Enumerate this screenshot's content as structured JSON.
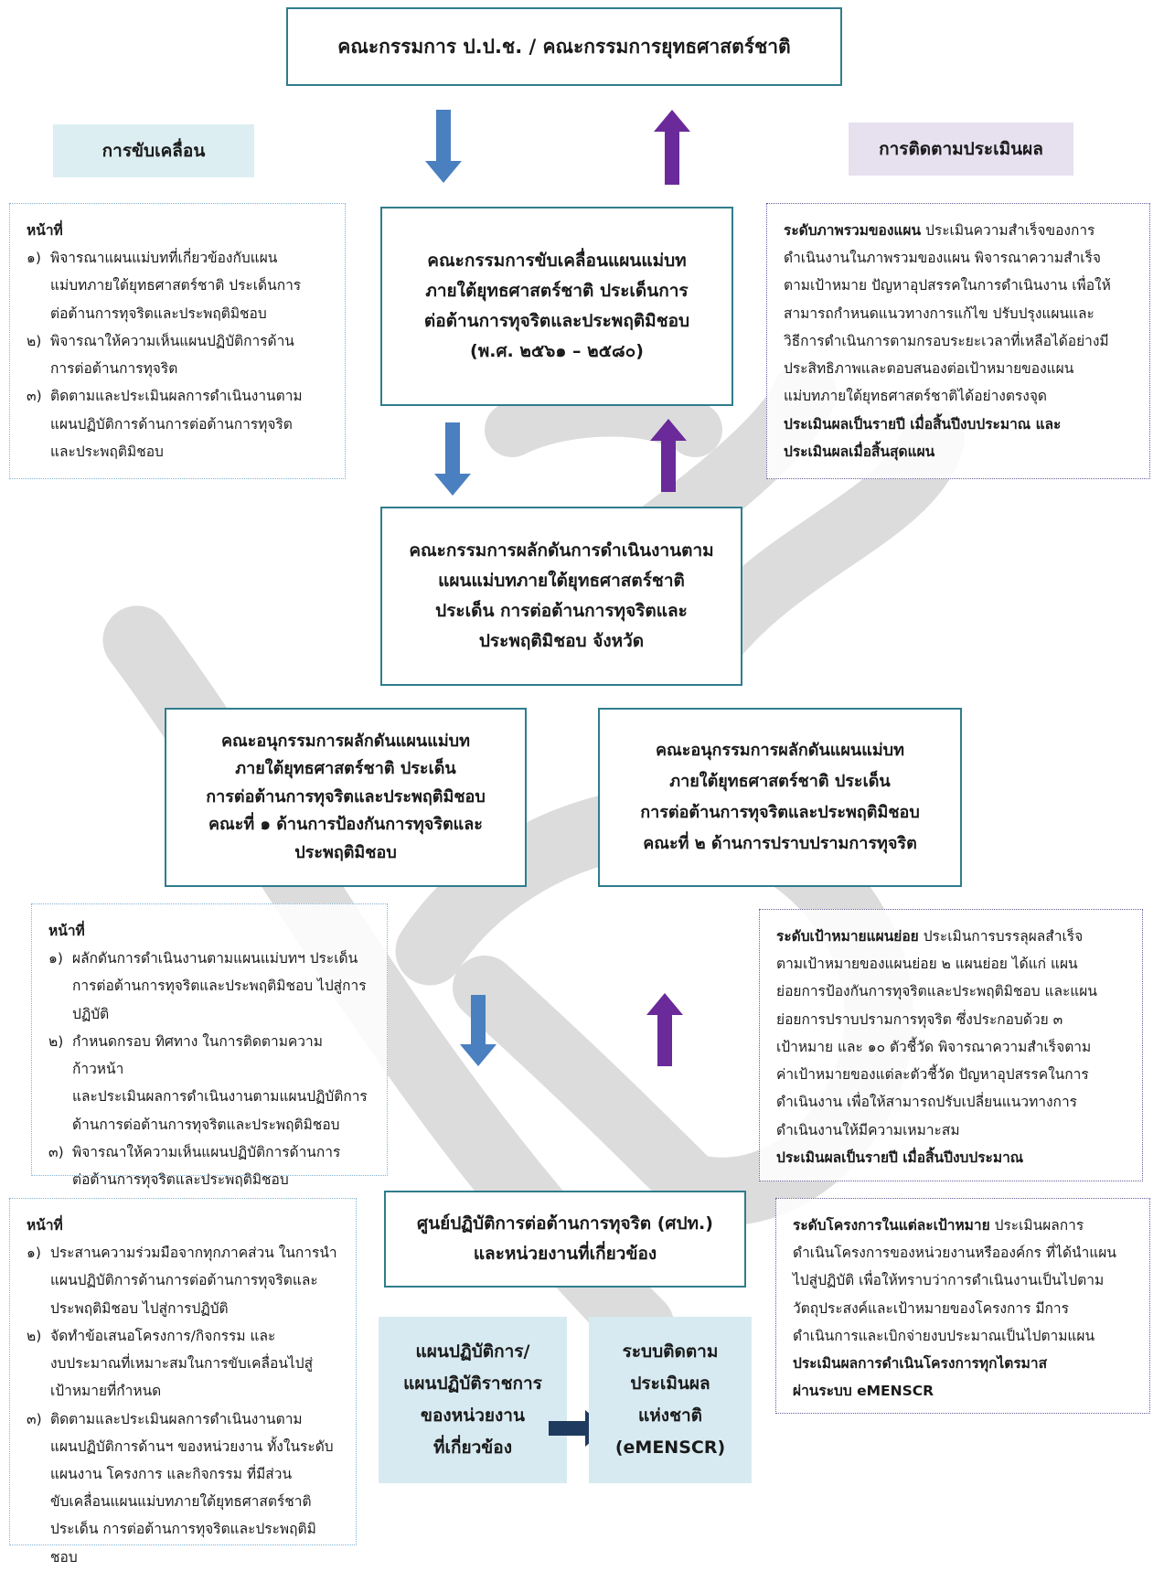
{
  "header": {
    "title": "คณะกรรมการ ป.ป.ช. / คณะกรรมการยุทธศาสตร์ชาติ"
  },
  "labels": {
    "drive": "การขับเคลื่อน",
    "monitor": "การติดตามประเมินผล"
  },
  "drive_committee": {
    "lines": [
      "คณะกรรมการขับเคลื่อนแผนแม่บท",
      "ภายใต้ยุทธศาสตร์ชาติ ประเด็นการ",
      "ต่อต้านการทุจริตและประพฤติมิชอบ",
      "(พ.ศ. ๒๕๖๑ – ๒๕๘๐)"
    ]
  },
  "push_committee": {
    "lines": [
      "คณะกรรมการผลักดันการดำเนินงานตาม",
      "แผนแม่บทภายใต้ยุทธศาสตร์ชาติ",
      "ประเด็น การต่อต้านการทุจริตและ",
      "ประพฤติมิชอบ จังหวัด"
    ]
  },
  "sub1": {
    "lines": [
      "คณะอนุกรรมการผลักดันแผนแม่บท",
      "ภายใต้ยุทธศาสตร์ชาติ ประเด็น",
      "การต่อต้านการทุจริตและประพฤติมิชอบ",
      "คณะที่ ๑ ด้านการป้องกันการทุจริตและ",
      "ประพฤติมิชอบ"
    ]
  },
  "sub2": {
    "lines": [
      "คณะอนุกรรมการผลักดันแผนแม่บท",
      "ภายใต้ยุทธศาสตร์ชาติ ประเด็น",
      "การต่อต้านการทุจริตและประพฤติมิชอบ",
      "คณะที่ ๒ ด้านการปราบปรามการทุจริต"
    ]
  },
  "center": {
    "lines": [
      "ศูนย์ปฏิบัติการต่อต้านการทุจริต (ศปท.)",
      "และหน่วยงานที่เกี่ยวข้อง"
    ]
  },
  "plan_panel": {
    "lines": [
      "แผนปฏิบัติการ/",
      "แผนปฏิบัติราชการ",
      "ของหน่วยงาน",
      "ที่เกี่ยวข้อง"
    ]
  },
  "emenscr_panel": {
    "lines": [
      "ระบบติดตาม",
      "ประเมินผล",
      "แห่งชาติ",
      "(eMENSCR)"
    ]
  },
  "duty1": {
    "title": "หน้าที่",
    "items": [
      {
        "num": "๑)",
        "lines": [
          "พิจารณาแผนแม่บทที่เกี่ยวข้องกับแผน",
          "แม่บทภายใต้ยุทธศาสตร์ชาติ ประเด็นการ",
          "ต่อต้านการทุจริตและประพฤติมิชอบ"
        ]
      },
      {
        "num": "๒)",
        "lines": [
          "พิจารณาให้ความเห็นแผนปฏิบัติการด้าน",
          "การต่อต้านการทุจริต"
        ]
      },
      {
        "num": "๓)",
        "lines": [
          "ติดตามและประเมินผลการดำเนินงานตาม",
          "แผนปฏิบัติการด้านการต่อต้านการทุจริต",
          "และประพฤติมิชอบ"
        ]
      }
    ]
  },
  "duty2": {
    "title": "หน้าที่",
    "items": [
      {
        "num": "๑)",
        "lines": [
          "ผลักดันการดำเนินงานตามแผนแม่บทฯ ประเด็น",
          "การต่อต้านการทุจริตและประพฤติมิชอบ ไปสู่การ",
          "ปฏิบัติ"
        ]
      },
      {
        "num": "๒)",
        "lines": [
          "กำหนดกรอบ ทิศทาง ในการติดตามความก้าวหน้า",
          "และประเมินผลการดำเนินงานตามแผนปฏิบัติการ",
          "ด้านการต่อต้านการทุจริตและประพฤติมิชอบ"
        ]
      },
      {
        "num": "๓)",
        "lines": [
          "พิจารณาให้ความเห็นแผนปฏิบัติการด้านการ",
          "ต่อต้านการทุจริตและประพฤติมิชอบ"
        ]
      }
    ]
  },
  "duty3": {
    "title": "หน้าที่",
    "items": [
      {
        "num": "๑)",
        "lines": [
          "ประสานความร่วมมือจากทุกภาคส่วน ในการนำ",
          "แผนปฏิบัติการด้านการต่อต้านการทุจริตและ",
          "ประพฤติมิชอบ ไปสู่การปฏิบัติ"
        ]
      },
      {
        "num": "๒)",
        "lines": [
          "จัดทำข้อเสนอโครงการ/กิจกรรม และ",
          "งบประมาณที่เหมาะสมในการขับเคลื่อนไปสู่",
          "เป้าหมายที่กำหนด"
        ]
      },
      {
        "num": "๓)",
        "lines": [
          "ติดตามและประเมินผลการดำเนินงานตาม",
          "แผนปฏิบัติการด้านฯ ของหน่วยงาน ทั้งในระดับ",
          "แผนงาน โครงการ และกิจกรรม ที่มีส่วน",
          "ขับเคลื่อนแผนแม่บทภายใต้ยุทธศาสตร์ชาติ",
          "ประเด็น การต่อต้านการทุจริตและประพฤติมิชอบ"
        ]
      }
    ]
  },
  "eval1": {
    "bold_head": "ระดับภาพรวมของแผน",
    "lines": [
      "ประเมินความสำเร็จของการ",
      "ดำเนินงานในภาพรวมของแผน พิจารณาความสำเร็จ",
      "ตามเป้าหมาย ปัญหาอุปสรรคในการดำเนินงาน เพื่อให้",
      "สามารถกำหนดแนวทางการแก้ไข ปรับปรุงแผนและ",
      "วิธีการดำเนินการตามกรอบระยะเวลาที่เหลือได้อย่างมี",
      "ประสิทธิภาพและตอบสนองต่อเป้าหมายของแผน",
      "แม่บทภายใต้ยุทธศาสตร์ชาติได้อย่างตรงจุด"
    ],
    "bold_tail": [
      "ประเมินผลเป็นรายปี เมื่อสิ้นปีงบประมาณ และ",
      "ประเมินผลเมื่อสิ้นสุดแผน"
    ]
  },
  "eval2": {
    "bold_head": "ระดับเป้าหมายแผนย่อย",
    "lines": [
      "ประเมินการบรรลุผลสำเร็จ",
      "ตามเป้าหมายของแผนย่อย ๒ แผนย่อย ได้แก่ แผน",
      "ย่อยการป้องกันการทุจริตและประพฤติมิชอบ และแผน",
      "ย่อยการปราบปรามการทุจริต ซึ่งประกอบด้วย ๓",
      "เป้าหมาย และ ๑๐ ตัวชี้วัด พิจารณาความสำเร็จตาม",
      "ค่าเป้าหมายของแต่ละตัวชี้วัด ปัญหาอุปสรรคในการ",
      "ดำเนินงาน เพื่อให้สามารถปรับเปลี่ยนแนวทางการ",
      "ดำเนินงานให้มีความเหมาะสม"
    ],
    "bold_tail": [
      "ประเมินผลเป็นรายปี เมื่อสิ้นปีงบประมาณ"
    ]
  },
  "eval3": {
    "bold_head": "ระดับโครงการในแต่ละเป้าหมาย",
    "lines": [
      "ประเมินผลการ",
      "ดำเนินโครงการของหน่วยงานหรือองค์กร ที่ได้นำแผน",
      "ไปสู่ปฏิบัติ เพื่อให้ทราบว่าการดำเนินงานเป็นไปตาม",
      "วัตถุประสงค์และเป้าหมายของโครงการ มีการ",
      "ดำเนินการและเบิกจ่ายงบประมาณเป็นไปตามแผน"
    ],
    "bold_tail": [
      "ประเมินผลการดำเนินโครงการทุกไตรมาส",
      "ผ่านระบบ eMENSCR"
    ]
  },
  "colors": {
    "teal_border": "#2f7d8c",
    "blue_arrow": "#4a7fc0",
    "purple_arrow": "#6a2a9a",
    "drive_label_bg": "#dceef2",
    "monitor_label_bg": "#e6e0ef",
    "panel_bg": "#d8eaf1",
    "navy_arrow": "#1f3a5f"
  }
}
